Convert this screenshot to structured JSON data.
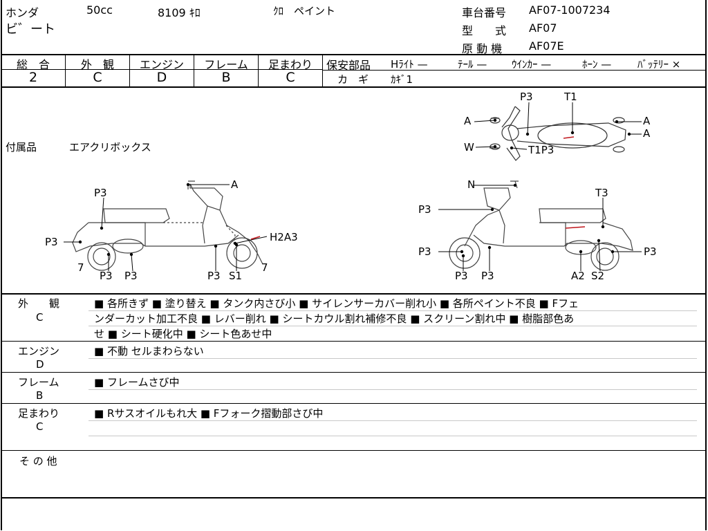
{
  "header": {
    "maker": "ホンダ",
    "displacement": "50cc",
    "mileage": "8109 ｷﾛ",
    "color": "ｸﾛ　ペイント",
    "model_name": "ビ゛ート",
    "chassis_label": "車台番号",
    "chassis_value": "AF07-1007234",
    "type_label": "型　　式",
    "type_value": "AF07",
    "engine_label": "原 動 機",
    "engine_value": "AF07E"
  },
  "grades": {
    "headers": [
      "総　合",
      "外　観",
      "エンジン",
      "フレーム",
      "足まわり"
    ],
    "values": [
      "2",
      "C",
      "D",
      "B",
      "C"
    ]
  },
  "safety": {
    "label": "保安部品",
    "items": [
      {
        "name": "Hﾗｲﾄ",
        "mark": "—"
      },
      {
        "name": "ﾃｰﾙ",
        "mark": "—"
      },
      {
        "name": "ｳｲﾝｶｰ",
        "mark": "—"
      },
      {
        "name": "ﾎｰﾝ",
        "mark": "—"
      },
      {
        "name": "ﾊﾞｯﾃﾘｰ",
        "mark": "×"
      }
    ],
    "key_label": "カ　ギ",
    "key_value": "ｶｷﾞ1"
  },
  "accessories": {
    "label": "付属品",
    "value": "エアクリボックス"
  },
  "diagram": {
    "top": {
      "p3": "P3",
      "t1": "T1",
      "a1": "A",
      "a2": "A",
      "a3": "A",
      "w": "W",
      "t1p3": "T1P3"
    },
    "left": {
      "a": "A",
      "p3_seat": "P3",
      "p3_front": "P3",
      "h2a3": "H2A3",
      "seven_l": "7",
      "seven_r": "7",
      "p3_b1": "P3",
      "p3_b2": "P3",
      "p3_b3": "P3",
      "s1": "S1"
    },
    "right": {
      "n": "N",
      "t3": "T3",
      "p3_body": "P3",
      "p3_wheel": "P3",
      "p3_rear": "P3",
      "p3_b1": "P3",
      "p3_b2": "P3",
      "a2": "A2",
      "s2": "S2"
    }
  },
  "remarks": [
    {
      "title": "外　　観",
      "grade": "C",
      "lines": [
        "■ 各所きず ■ 塗り替え ■ タンク内さび小 ■ サイレンサーカバー削れ小 ■ 各所ペイント不良 ■ Fフェ",
        "ンダーカット加工不良 ■ レバー削れ ■ シートカウル割れ補修不良 ■ スクリーン割れ中 ■ 樹脂部色あ",
        "せ ■ シート硬化中 ■ シート色あせ中"
      ]
    },
    {
      "title": "エンジン",
      "grade": "D",
      "lines": [
        "■ 不動 セルまわらない"
      ]
    },
    {
      "title": "フレーム",
      "grade": "B",
      "lines": [
        "■ フレームさび中"
      ]
    },
    {
      "title": "足まわり",
      "grade": "C",
      "lines": [
        "■ Rサスオイルもれ大 ■ Fフォーク摺動部さび中"
      ]
    },
    {
      "title": "そ の 他",
      "grade": "",
      "lines": []
    }
  ],
  "colors": {
    "line": "#000000",
    "grid": "#c8c8c8",
    "mark": "#c0161c"
  }
}
